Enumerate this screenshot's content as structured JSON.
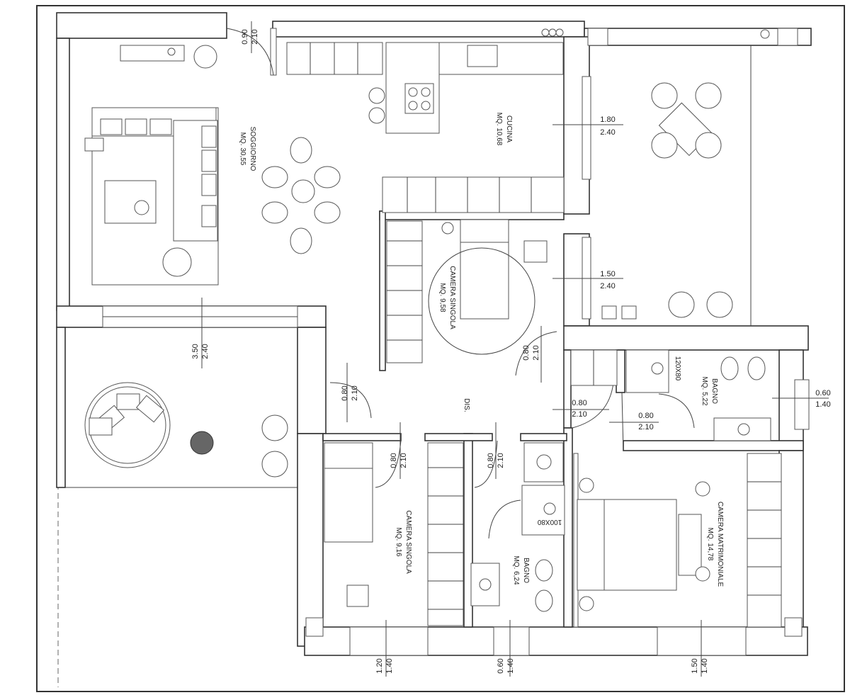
{
  "rooms": {
    "soggiorno": {
      "name": "SOGGIORNO",
      "area": "MQ. 30,55"
    },
    "cucina": {
      "name": "CUCINA",
      "area": "MQ. 10,68"
    },
    "camera_singola_1": {
      "name": "CAMERA SINGOLA",
      "area": "MQ. 9,58"
    },
    "camera_singola_2": {
      "name": "CAMERA SINGOLA",
      "area": "MQ. 9,16"
    },
    "bagno_1": {
      "name": "BAGNO",
      "area": "MQ. 5,22"
    },
    "bagno_2": {
      "name": "BAGNO",
      "area": "MQ. 6,24"
    },
    "camera_matrimoniale": {
      "name": "CAMERA MATRIMONIALE",
      "area": "MQ. 14,78"
    },
    "disimpegno": {
      "name": "DIS."
    }
  },
  "shower_labels": {
    "shower_1": "120X80",
    "shower_2": "100X80"
  },
  "dimensions": {
    "entry_door": {
      "w": "0.90",
      "h": "2.10"
    },
    "kitchen_window": {
      "w": "1.80",
      "h": "2.40"
    },
    "camera1_window": {
      "w": "1.50",
      "h": "2.40"
    },
    "living_window": {
      "w": "3.50",
      "h": "2.40"
    },
    "camera1_door": {
      "w": "0.80",
      "h": "2.10"
    },
    "living_door": {
      "w": "0.80",
      "h": "2.10"
    },
    "bagno1_door_a": {
      "w": "0.80",
      "h": "2.10"
    },
    "bagno1_door_b": {
      "w": "0.80",
      "h": "2.10"
    },
    "bagno1_window": {
      "w": "0.60",
      "h": "1.40"
    },
    "camera2_door": {
      "w": "0.80",
      "h": "2.10"
    },
    "bagno2_door": {
      "w": "0.80",
      "h": "2.10"
    },
    "camera2_window": {
      "w": "1.20",
      "h": "1.40"
    },
    "bagno2_window": {
      "w": "0.60",
      "h": "1.40"
    },
    "matrimoniale_window": {
      "w": "1.50",
      "h": "1.40"
    }
  }
}
